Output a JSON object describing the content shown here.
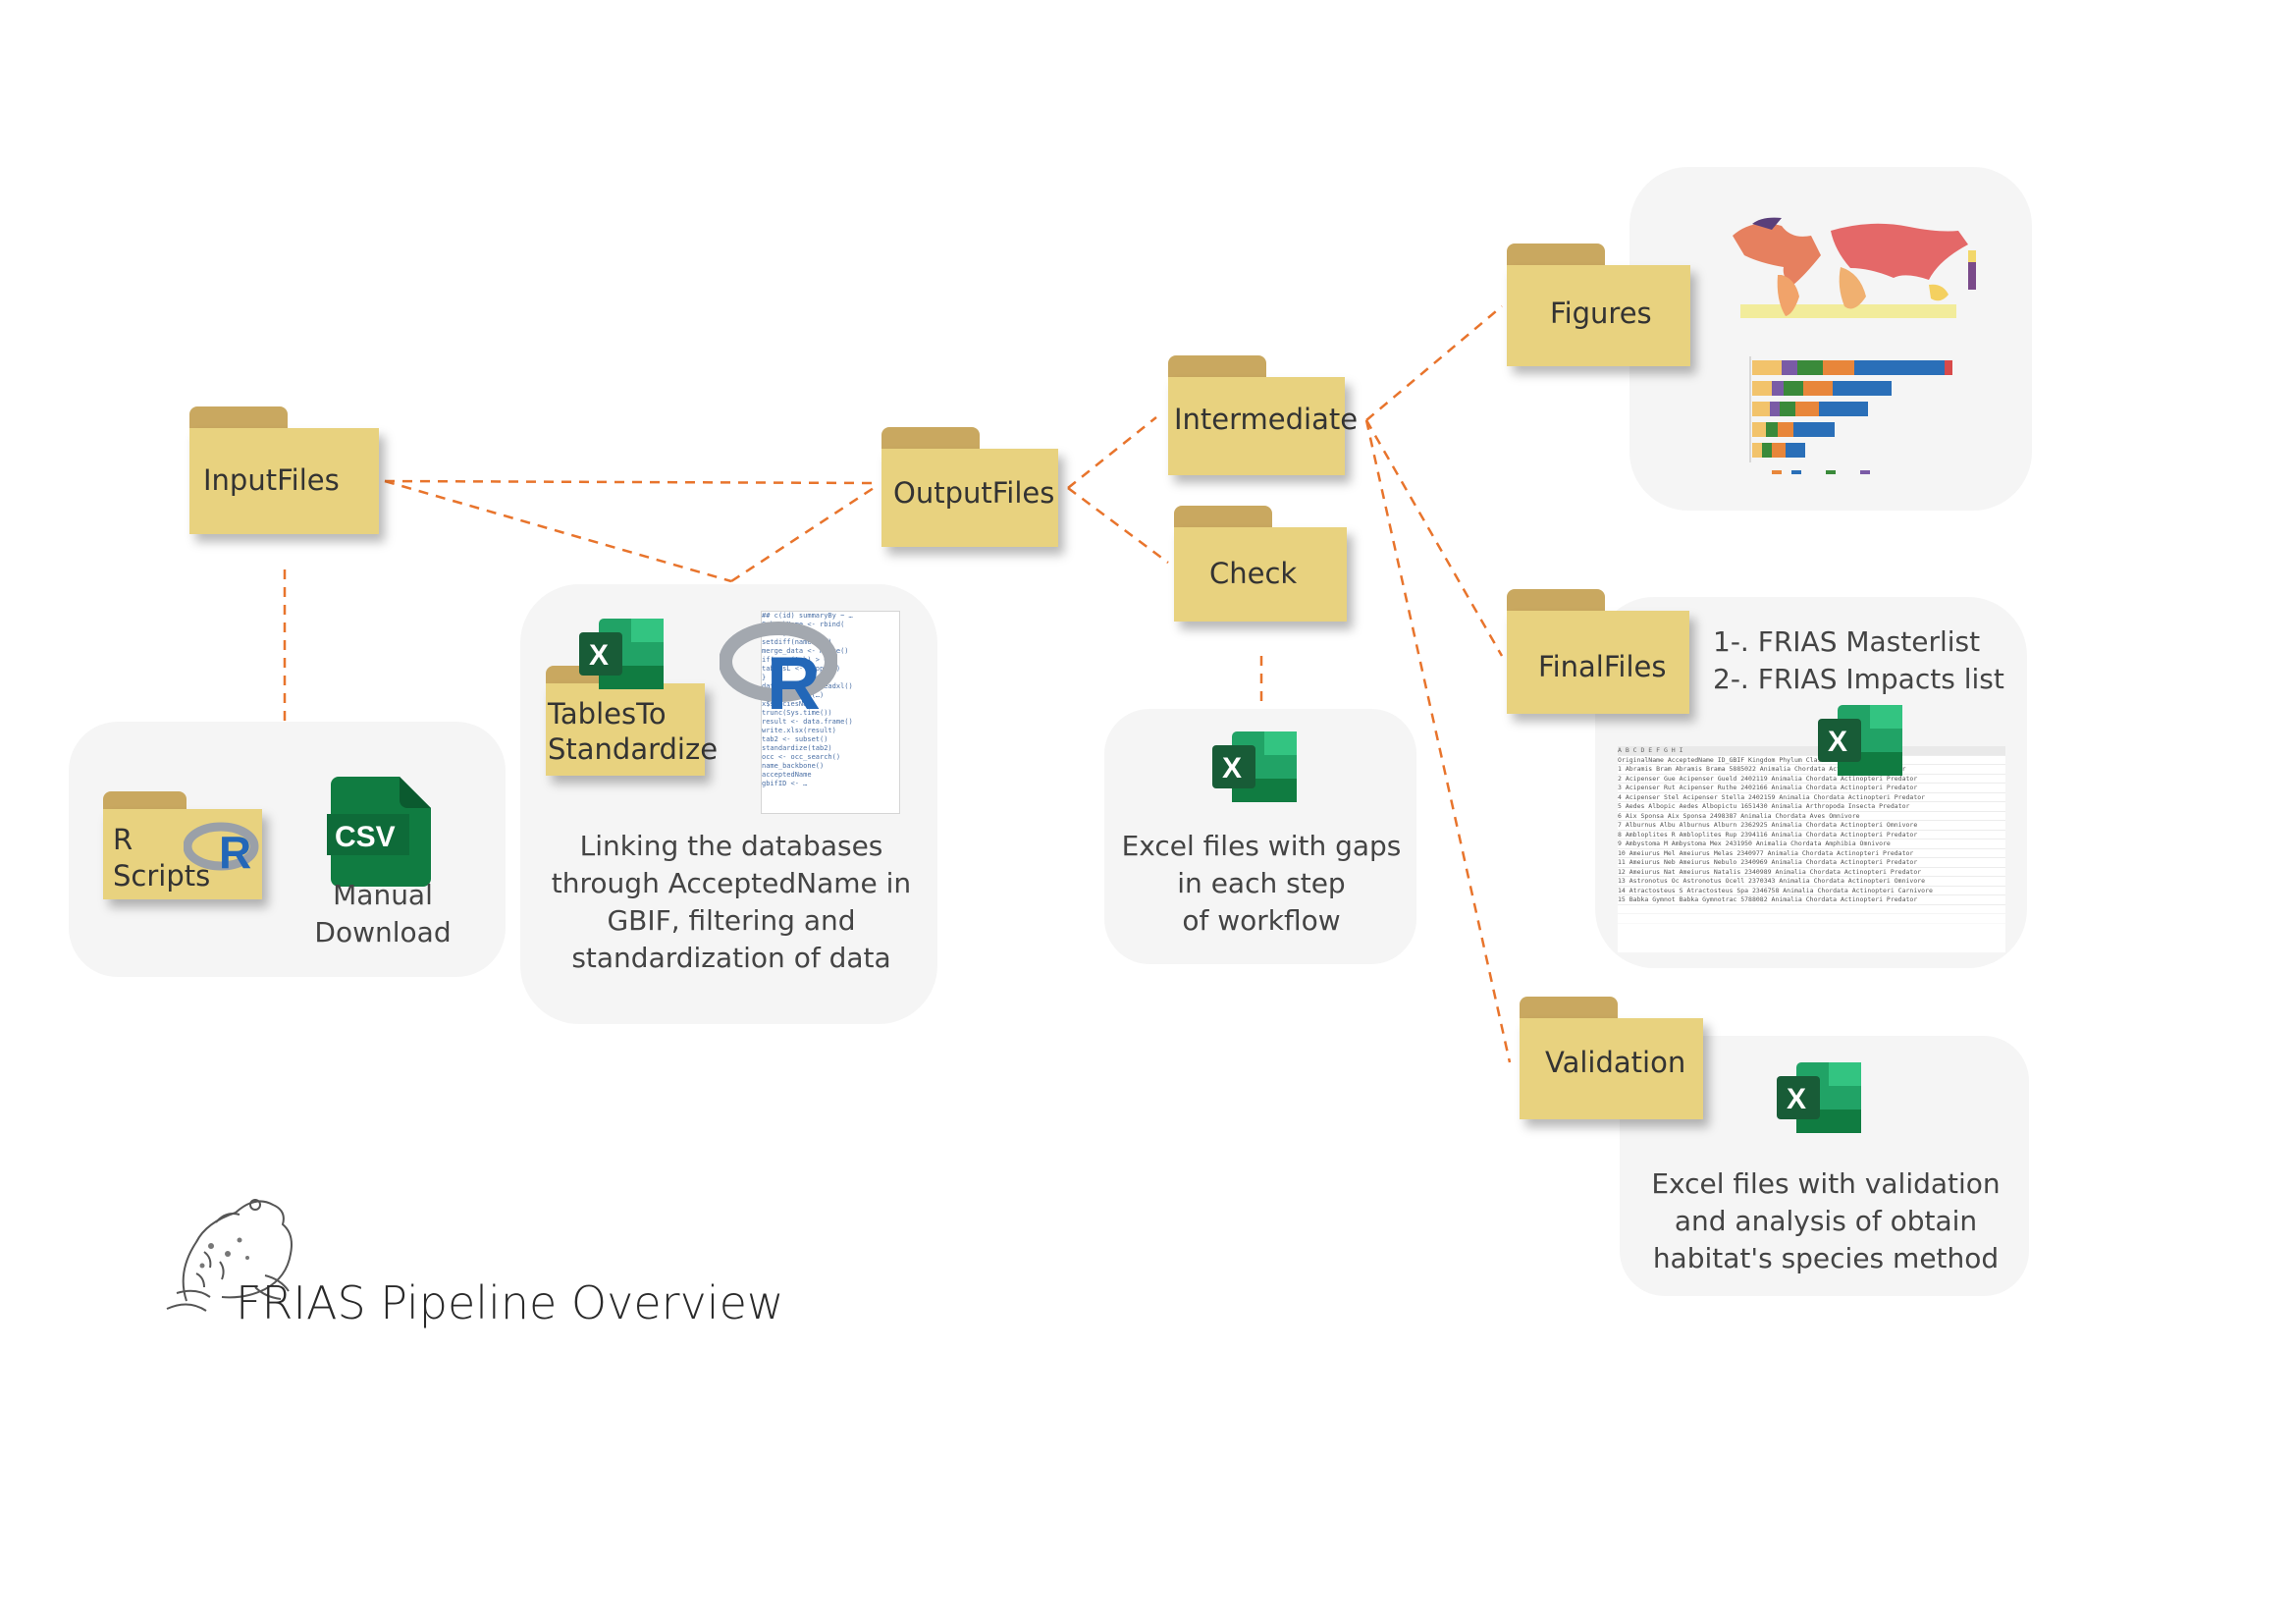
{
  "folders": {
    "input": "InputFiles",
    "output": "OutputFiles",
    "intermediate": "Intermediate",
    "check": "Check",
    "figures": "Figures",
    "final": "FinalFiles",
    "validation": "Validation",
    "tables_line1": "TablesTo",
    "tables_line2": "Standardize",
    "rscripts_line1": "R",
    "rscripts_line2": "Scripts"
  },
  "captions": {
    "manual_line1": "Manual",
    "manual_line2": "Download",
    "linking_line1": "Linking the databases",
    "linking_line2": "through AcceptedName in",
    "linking_line3": "GBIF, filtering and",
    "linking_line4": "standardization of data",
    "check_line1": "Excel files with gaps",
    "check_line2": "in each step",
    "check_line3": "of workflow",
    "validation_line1": "Excel files with validation",
    "validation_line2": "and analysis of obtain",
    "validation_line3": "habitat's species method",
    "final_item1": "1-. FRIAS Masterlist",
    "final_item2": "2-. FRIAS Impacts list"
  },
  "icons": {
    "csv_label": "CSV",
    "excel_letter": "X",
    "r_letter": "R"
  },
  "title": "FRIAS Pipeline Overview",
  "colors": {
    "connector": "#e8742c",
    "folder_body": "#e8d27f",
    "folder_tab": "#c9a860",
    "panel": "#f5f5f5",
    "excel_dark": "#185c37",
    "excel_mid": "#21a366",
    "excel_light": "#33c481",
    "csv_green": "#107c41"
  }
}
